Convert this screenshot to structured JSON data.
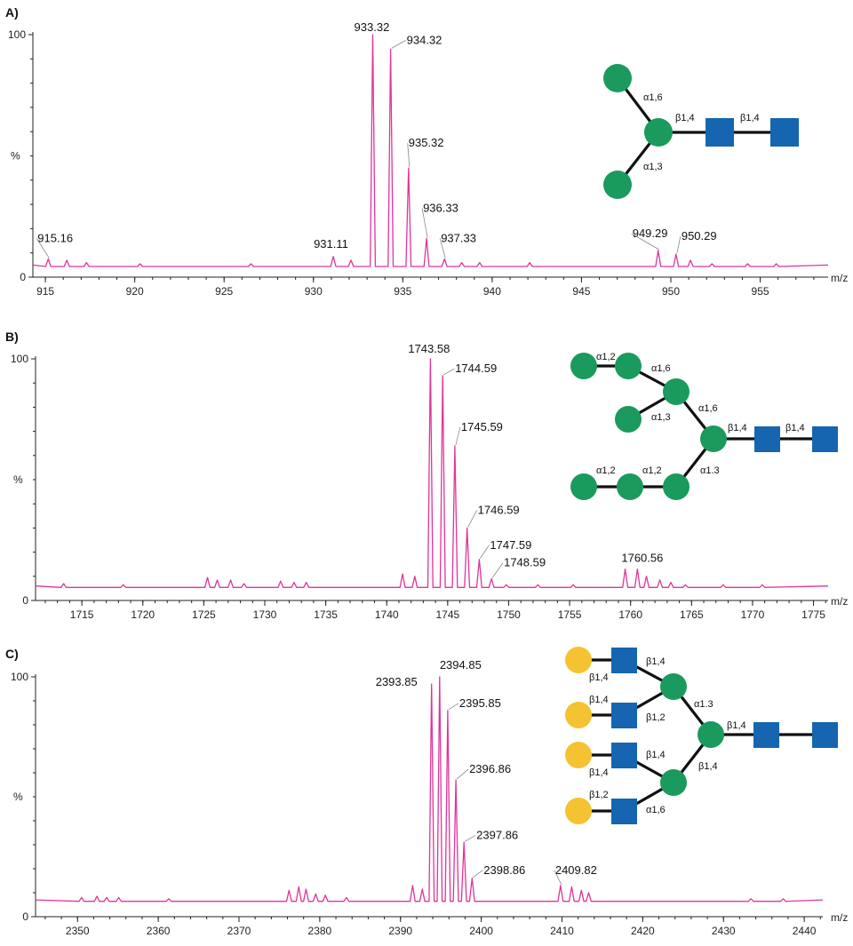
{
  "colors": {
    "trace": "#e0349a",
    "mannose": "#1a9a5c",
    "glcnac": "#1565b0",
    "galactose": "#f5c232"
  },
  "chart_data": [
    {
      "type": "line",
      "panel": "A)",
      "xlabel": "m/z",
      "ylabel": "%",
      "xlim": [
        914.3,
        958.8
      ],
      "xticks": [
        915,
        920,
        925,
        930,
        935,
        940,
        945,
        950,
        955
      ],
      "ylim": [
        0,
        100
      ],
      "yticks": [
        0,
        100
      ],
      "baseline": 5,
      "noise": [
        [
          916.2,
          7
        ],
        [
          917.3,
          6
        ],
        [
          920.3,
          5.5
        ],
        [
          926.5,
          5.5
        ],
        [
          932.1,
          7
        ],
        [
          938.3,
          6
        ],
        [
          939.3,
          6
        ],
        [
          942.1,
          6
        ],
        [
          951.1,
          7
        ],
        [
          952.3,
          5.5
        ],
        [
          954.3,
          5.5
        ],
        [
          955.9,
          5.5
        ]
      ],
      "peaks": [
        {
          "mz": 915.16,
          "int": 7.5,
          "label": "915.16"
        },
        {
          "mz": 931.11,
          "int": 8.5,
          "label": "931.11"
        },
        {
          "mz": 933.32,
          "int": 100,
          "label": "933.32"
        },
        {
          "mz": 934.32,
          "int": 94,
          "label": "934.32"
        },
        {
          "mz": 935.32,
          "int": 45,
          "label": "935.32"
        },
        {
          "mz": 936.33,
          "int": 16,
          "label": "936.33"
        },
        {
          "mz": 937.33,
          "int": 7.5,
          "label": "937.33"
        },
        {
          "mz": 949.29,
          "int": 11,
          "label": "949.29"
        },
        {
          "mz": 950.29,
          "int": 9.5,
          "label": "950.29"
        }
      ],
      "glycan": {
        "residues": [
          {
            "id": "m1",
            "kind": "mannose"
          },
          {
            "id": "m2",
            "kind": "mannose"
          },
          {
            "id": "m3",
            "kind": "mannose"
          },
          {
            "id": "g1",
            "kind": "glcnac"
          },
          {
            "id": "g2",
            "kind": "glcnac"
          }
        ],
        "linkages": [
          "α1,6",
          "α1,3",
          "β1,4",
          "β1,4"
        ]
      }
    },
    {
      "type": "line",
      "panel": "B)",
      "xlabel": "m/z",
      "ylabel": "%",
      "xlim": [
        1711.2,
        1776.2
      ],
      "xticks": [
        1715,
        1720,
        1725,
        1730,
        1735,
        1740,
        1745,
        1750,
        1755,
        1760,
        1765,
        1770,
        1775
      ],
      "ylim": [
        0,
        100
      ],
      "yticks": [
        0,
        100
      ],
      "baseline": 6,
      "noise": [
        [
          1713.5,
          7
        ],
        [
          1718.4,
          6.5
        ],
        [
          1725.3,
          9.5
        ],
        [
          1726.1,
          8.5
        ],
        [
          1727.2,
          8.5
        ],
        [
          1728.3,
          7
        ],
        [
          1731.3,
          8
        ],
        [
          1732.4,
          7.5
        ],
        [
          1733.4,
          7.5
        ],
        [
          1741.3,
          11
        ],
        [
          1742.3,
          10
        ],
        [
          1749.8,
          6.5
        ],
        [
          1752.4,
          6.5
        ],
        [
          1755.3,
          6.5
        ],
        [
          1761.3,
          10
        ],
        [
          1762.4,
          8.5
        ],
        [
          1763.3,
          7.5
        ],
        [
          1764.5,
          6.5
        ],
        [
          1767.6,
          6.5
        ],
        [
          1770.8,
          6.5
        ]
      ],
      "peaks": [
        {
          "mz": 1743.58,
          "int": 100,
          "label": "1743.58"
        },
        {
          "mz": 1744.59,
          "int": 93,
          "label": "1744.59"
        },
        {
          "mz": 1745.59,
          "int": 64,
          "label": "1745.59"
        },
        {
          "mz": 1746.59,
          "int": 30,
          "label": "1746.59"
        },
        {
          "mz": 1747.59,
          "int": 17,
          "label": "1747.59"
        },
        {
          "mz": 1748.59,
          "int": 9,
          "label": "1748.59"
        },
        {
          "mz": 1759.56,
          "int": 13,
          "label": ""
        },
        {
          "mz": 1760.56,
          "int": 13,
          "label": "1760.56"
        }
      ],
      "glycan": {
        "residues": [
          {
            "id": "m1",
            "kind": "mannose"
          },
          {
            "id": "m2",
            "kind": "mannose"
          },
          {
            "id": "m3",
            "kind": "mannose"
          },
          {
            "id": "m4",
            "kind": "mannose"
          },
          {
            "id": "m5",
            "kind": "mannose"
          },
          {
            "id": "m6",
            "kind": "mannose"
          },
          {
            "id": "m7",
            "kind": "mannose"
          },
          {
            "id": "m8",
            "kind": "mannose"
          },
          {
            "id": "g1",
            "kind": "glcnac"
          },
          {
            "id": "g2",
            "kind": "glcnac"
          }
        ],
        "linkages": [
          "α1,2",
          "α1,6",
          "α1,3",
          "α1,6",
          "β1,4",
          "β1,4",
          "α1,2",
          "α1,2",
          "α1.3"
        ]
      }
    },
    {
      "type": "line",
      "panel": "C)",
      "xlabel": "m/z",
      "ylabel": "%",
      "xlim": [
        2344.8,
        2442.3
      ],
      "xticks": [
        2350,
        2360,
        2370,
        2380,
        2390,
        2400,
        2410,
        2420,
        2430,
        2440
      ],
      "ylim": [
        0,
        100
      ],
      "yticks": [
        0,
        100
      ],
      "baseline": 7,
      "noise": [
        [
          2350.5,
          8
        ],
        [
          2352.4,
          8.5
        ],
        [
          2353.6,
          8
        ],
        [
          2355.1,
          8
        ],
        [
          2361.3,
          7.5
        ],
        [
          2376.2,
          11
        ],
        [
          2377.4,
          12.5
        ],
        [
          2378.3,
          11.5
        ],
        [
          2379.5,
          9.5
        ],
        [
          2380.7,
          9
        ],
        [
          2383.3,
          8
        ],
        [
          2391.5,
          13
        ],
        [
          2392.7,
          11.5
        ],
        [
          2411.2,
          12.5
        ],
        [
          2412.4,
          11
        ],
        [
          2413.3,
          10
        ],
        [
          2433.4,
          7.5
        ],
        [
          2437.4,
          7.5
        ]
      ],
      "peaks": [
        {
          "mz": 2393.85,
          "int": 97,
          "label": "2393.85"
        },
        {
          "mz": 2394.85,
          "int": 100,
          "label": "2394.85"
        },
        {
          "mz": 2395.85,
          "int": 86,
          "label": "2395.85"
        },
        {
          "mz": 2396.86,
          "int": 57,
          "label": "2396.86"
        },
        {
          "mz": 2397.86,
          "int": 31,
          "label": "2397.86"
        },
        {
          "mz": 2398.86,
          "int": 16,
          "label": "2398.86"
        },
        {
          "mz": 2409.82,
          "int": 13,
          "label": "2409.82"
        }
      ],
      "glycan": {
        "residues": [
          {
            "id": "gal1",
            "kind": "galactose"
          },
          {
            "id": "gal2",
            "kind": "galactose"
          },
          {
            "id": "gal3",
            "kind": "galactose"
          },
          {
            "id": "gal4",
            "kind": "galactose"
          },
          {
            "id": "n1",
            "kind": "glcnac"
          },
          {
            "id": "n2",
            "kind": "glcnac"
          },
          {
            "id": "n3",
            "kind": "glcnac"
          },
          {
            "id": "n4",
            "kind": "glcnac"
          },
          {
            "id": "m1",
            "kind": "mannose"
          },
          {
            "id": "m2",
            "kind": "mannose"
          },
          {
            "id": "m3",
            "kind": "mannose"
          },
          {
            "id": "g1",
            "kind": "glcnac"
          },
          {
            "id": "g2",
            "kind": "glcnac"
          }
        ],
        "linkages": [
          "β1,4",
          "β1,4",
          "β1,2",
          "β1,4",
          "β1,4",
          "β1,4",
          "β1,2",
          "α1,6",
          "α1.3",
          "β1,4",
          "β1,4"
        ]
      }
    }
  ]
}
